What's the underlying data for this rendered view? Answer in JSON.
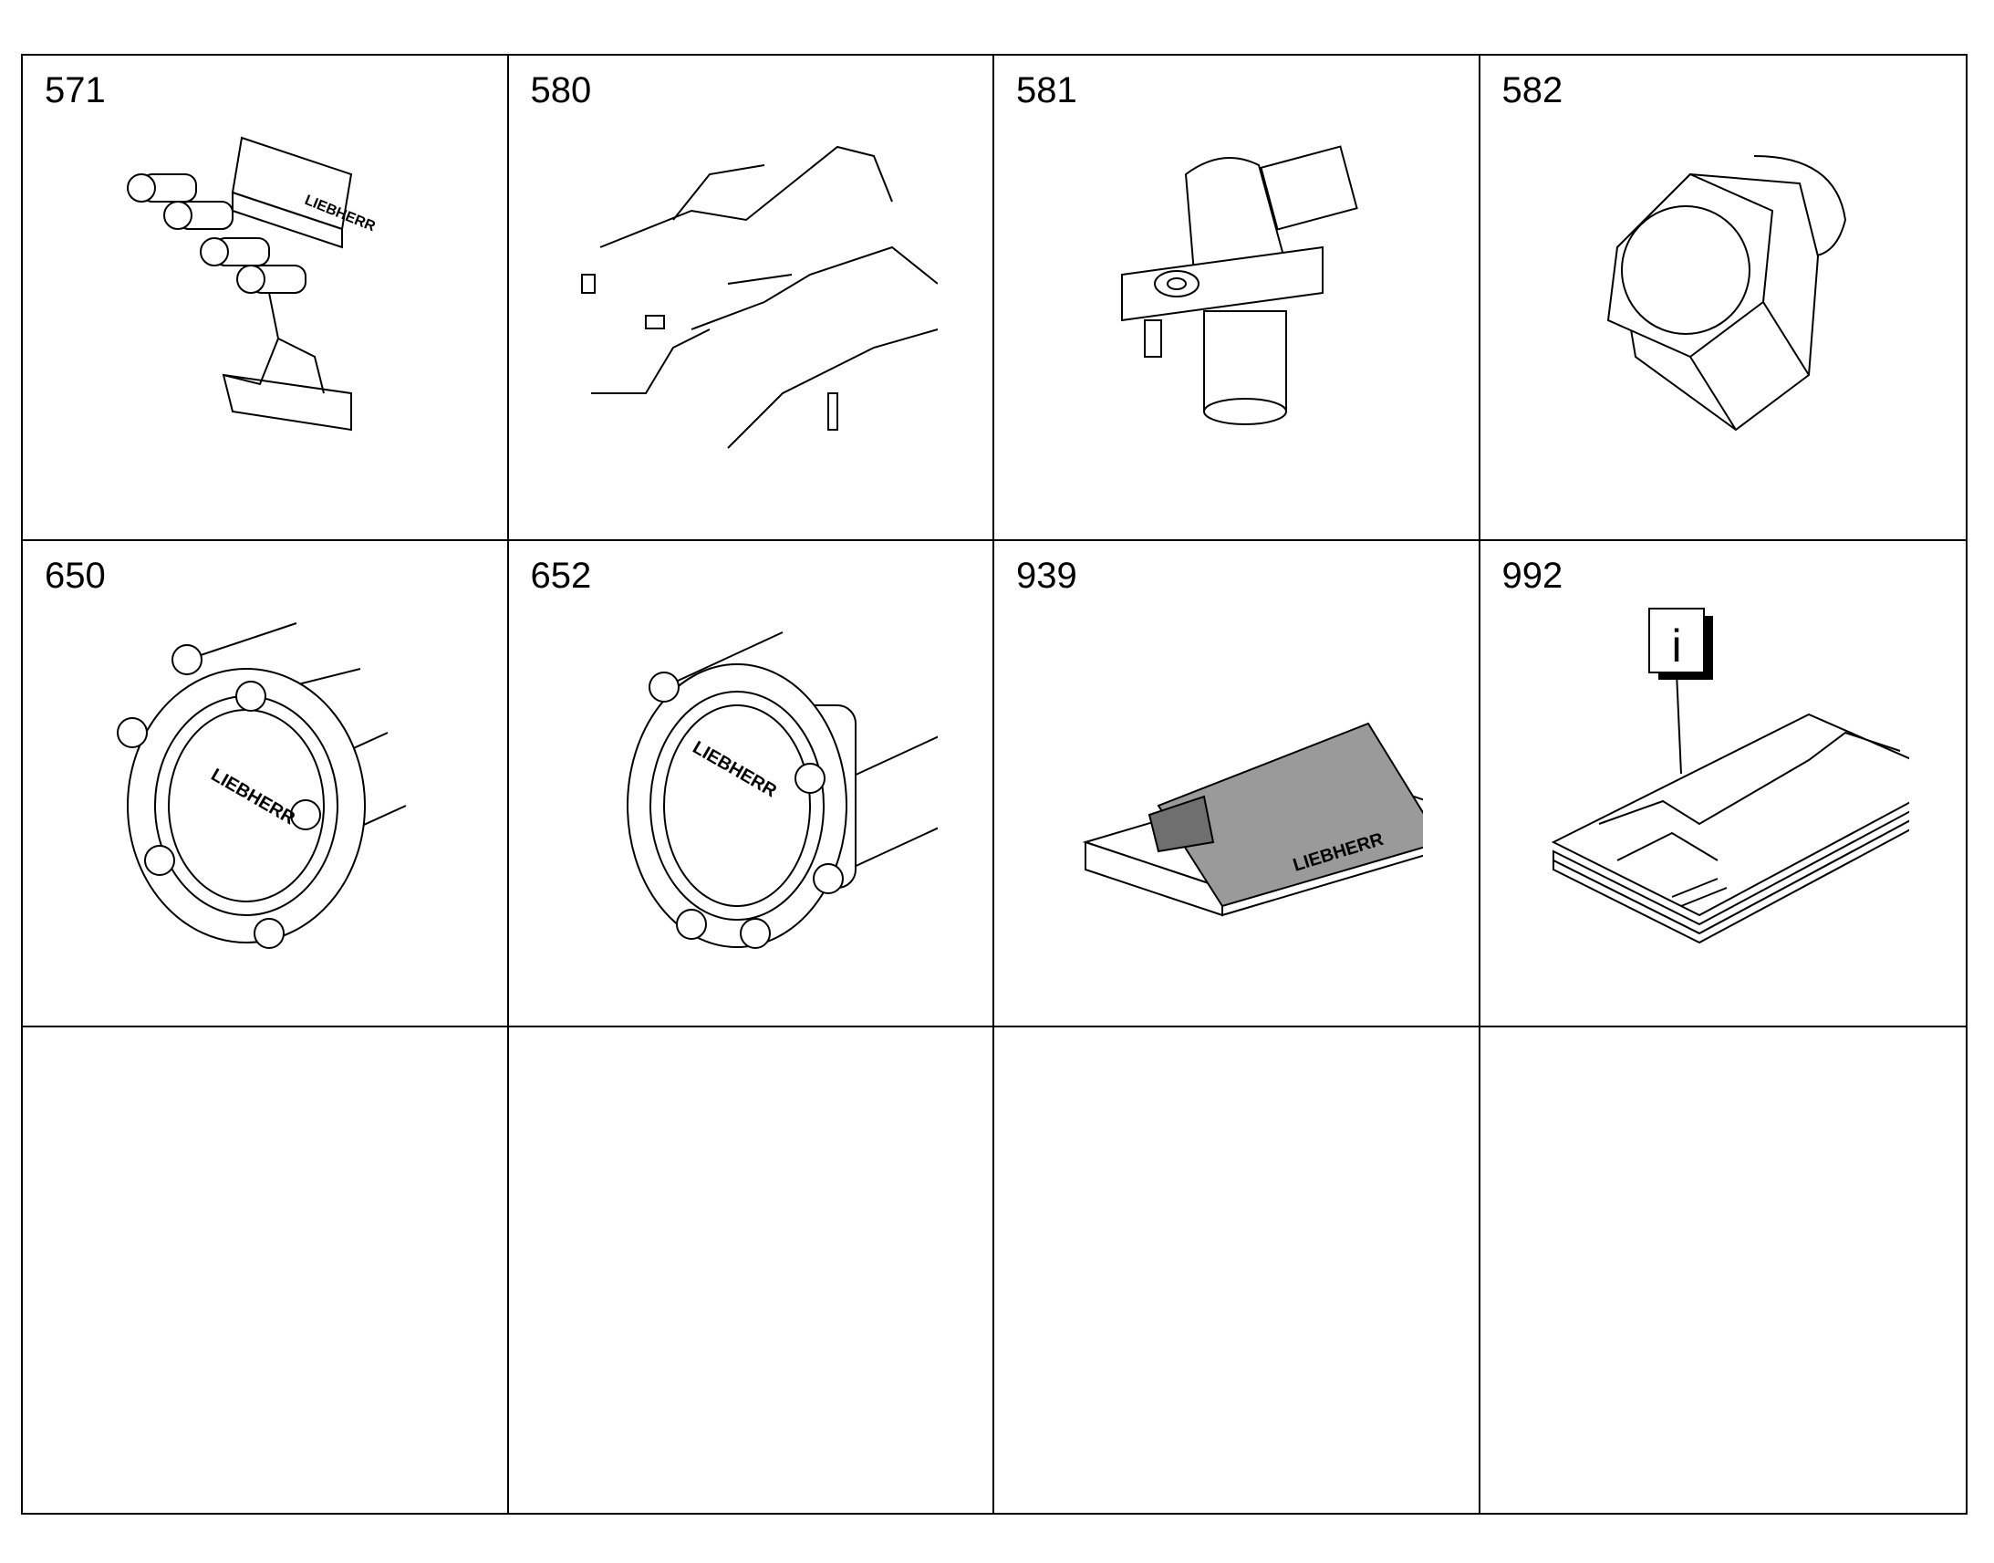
{
  "cells": [
    {
      "number": "571",
      "icon": "control-unit-harness-icon",
      "brand": "LIEBHERR"
    },
    {
      "number": "580",
      "icon": "wiring-harness-icon"
    },
    {
      "number": "581",
      "icon": "speed-sensor-icon"
    },
    {
      "number": "582",
      "icon": "hex-plug-icon"
    },
    {
      "number": "650",
      "icon": "flange-assembly-icon",
      "brand": "LIEBHERR"
    },
    {
      "number": "652",
      "icon": "flange-assembly-alt-icon",
      "brand": "LIEBHERR"
    },
    {
      "number": "939",
      "icon": "spare-parts-kit-icon",
      "brand": "LIEBHERR"
    },
    {
      "number": "992",
      "icon": "documentation-icon",
      "info_symbol": "i"
    },
    {
      "number": ""
    },
    {
      "number": ""
    },
    {
      "number": ""
    },
    {
      "number": ""
    }
  ]
}
